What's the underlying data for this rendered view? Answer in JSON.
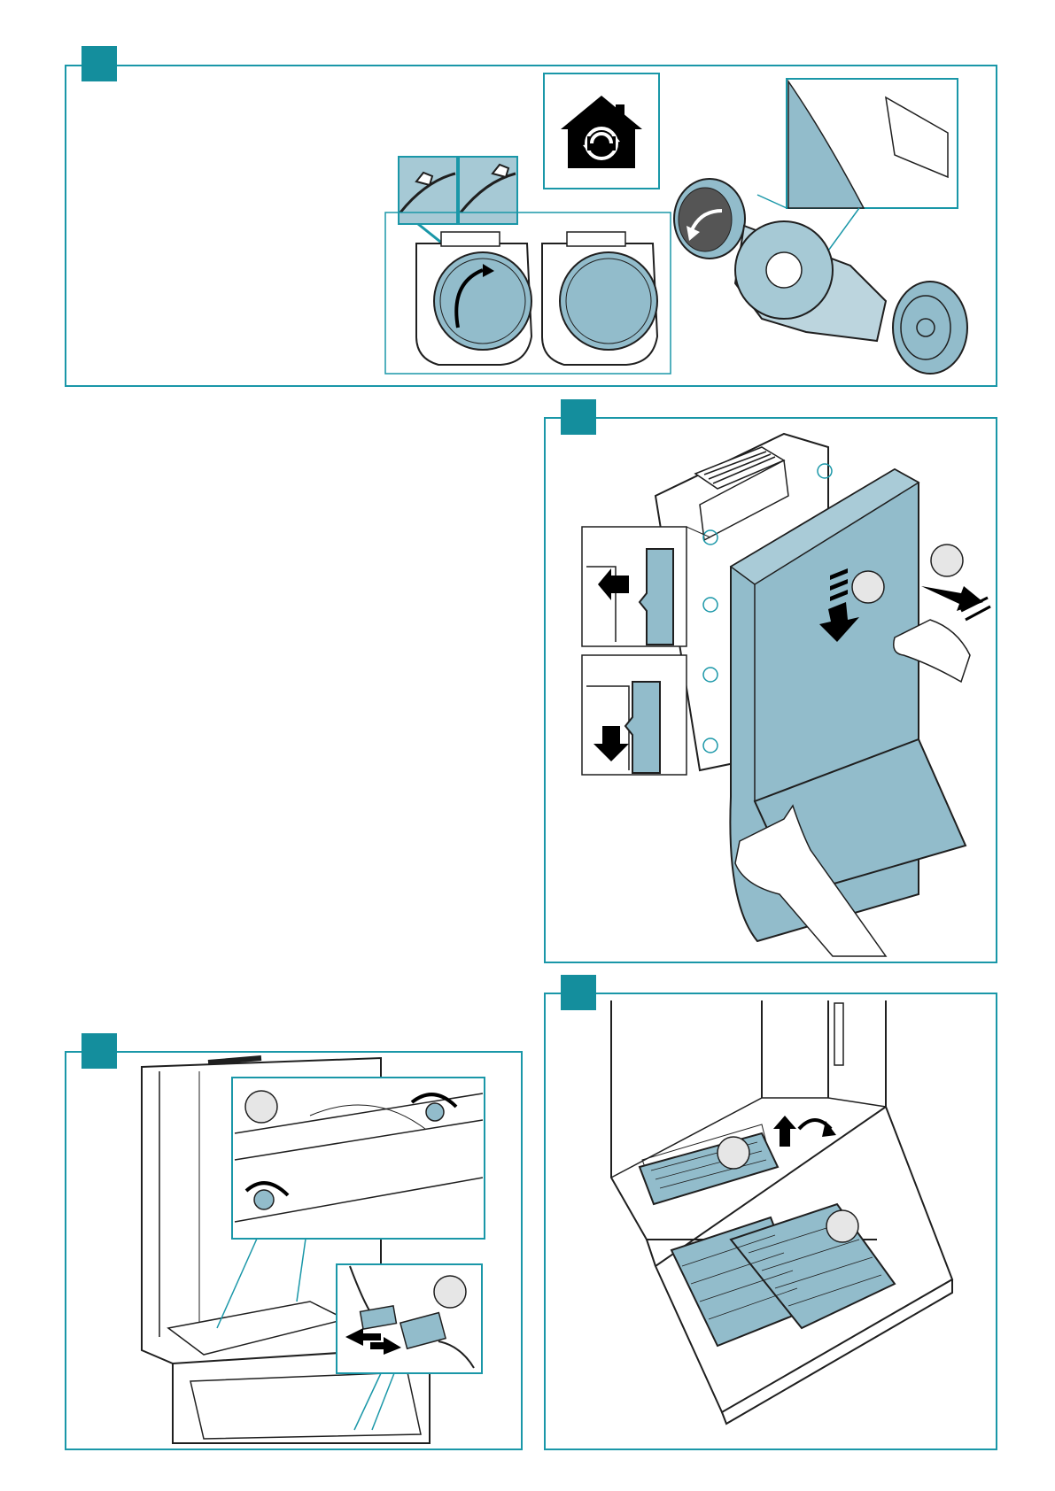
{
  "page": {
    "background": "#ffffff"
  },
  "colors": {
    "frame": "#1a97a8",
    "tab": "#148e9d",
    "part": "#92bccb",
    "line": "#1f1f1f"
  },
  "panels": [
    {
      "id": "panel-top",
      "icon": "recirculation-house-icon"
    },
    {
      "id": "panel-middle-right",
      "callouts": [
        "",
        ""
      ]
    },
    {
      "id": "panel-bottom-left",
      "callouts": [
        "",
        ""
      ]
    },
    {
      "id": "panel-bottom-right",
      "callouts": [
        "",
        ""
      ]
    }
  ]
}
